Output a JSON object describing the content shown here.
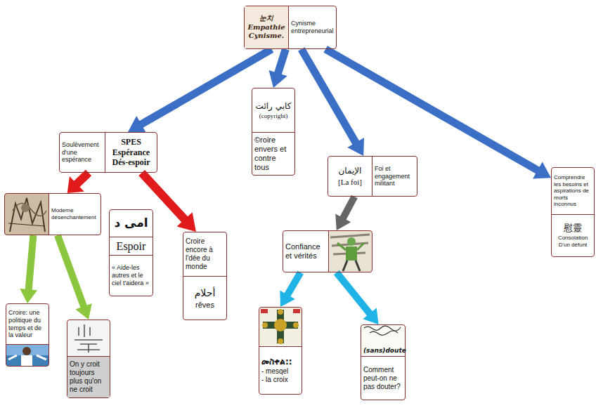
{
  "diagram": {
    "nodes": [
      {
        "text": [
          "눈치 Empathie Cynisme.",
          "Cynisme entrepreneurial"
        ]
      },
      {
        "text": [
          "Soulèvement d'une espérance",
          "SPES Espérance Dés-espoir"
        ]
      },
      {
        "text": [
          "كابي رائت",
          "(copyright)",
          "©roire envers et contre tous"
        ]
      },
      {
        "text": [
          "الإيمان",
          "[La foi]",
          "Foi et engagement militant"
        ]
      },
      {
        "text": [
          "Comprendre les besoins et aspirations de morts inconnus",
          "慰靈",
          "Consolation",
          "D'un défunt"
        ]
      },
      {
        "text": [
          "Moderne désenchantement"
        ]
      },
      {
        "text": [
          "امی د",
          "Espoir",
          "« Aide-les autres et le ciel t'aidera »"
        ]
      },
      {
        "text": [
          "Croire encore à l'dée du monde",
          "أحلام",
          "rêves"
        ]
      },
      {
        "text": [
          "Confiance et vérités"
        ]
      },
      {
        "text": [
          "Croire: une politique du temps et de la valeur"
        ]
      },
      {
        "text": [
          "On y croit toujours plus qu'on ne croit"
        ]
      },
      {
        "text": [
          "መስቀል::",
          "- mesqel",
          "- la croix"
        ]
      },
      {
        "text": [
          "(sans)doute",
          "Comment peut-on ne pas douter?"
        ]
      }
    ],
    "edges": [
      {
        "from": 0,
        "to": 1,
        "arrow": "to"
      },
      {
        "from": 0,
        "to": 2,
        "arrow": "to"
      },
      {
        "from": 0,
        "to": 3,
        "arrow": "to"
      },
      {
        "from": 0,
        "to": 4,
        "arrow": "to"
      },
      {
        "from": 1,
        "to": 5,
        "arrow": "to"
      },
      {
        "from": 1,
        "to": 7,
        "arrow": "to"
      },
      {
        "from": 3,
        "to": 8,
        "arrow": "to"
      },
      {
        "from": 5,
        "to": 9,
        "arrow": "to"
      },
      {
        "from": 5,
        "to": 10,
        "arrow": "to"
      },
      {
        "from": 8,
        "to": 11,
        "arrow": "to"
      },
      {
        "from": 8,
        "to": 12,
        "arrow": "to"
      }
    ]
  }
}
